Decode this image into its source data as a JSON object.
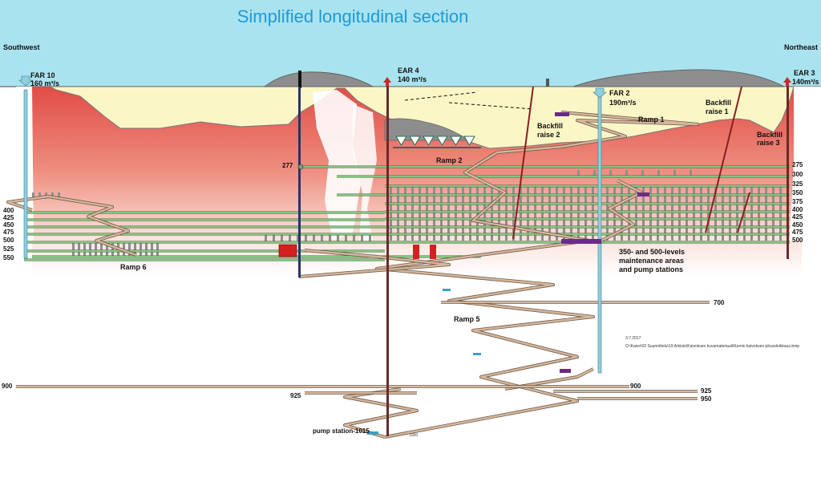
{
  "title": "Simplified longitudinal section",
  "directions": {
    "left": "Southwest",
    "right": "Northeast"
  },
  "raises": {
    "far10": {
      "name": "FAR 10",
      "flow": "160 m³/s"
    },
    "ear4": {
      "name": "EAR 4",
      "flow": "140 m³/s"
    },
    "far2": {
      "name": "FAR 2",
      "flow": "190m³/s"
    },
    "ear3": {
      "name": "EAR 3",
      "flow": "140m³/s"
    }
  },
  "labels": {
    "backfill1": [
      "Backfill",
      "raise 1"
    ],
    "backfill2": [
      "Backfill",
      "raise 2"
    ],
    "backfill3": [
      "Backfill",
      "raise 3"
    ],
    "ramp1": "Ramp 1",
    "ramp2": "Ramp 2",
    "ramp5": "Ramp 5",
    "ramp6": "Ramp 6",
    "level277": "277",
    "maintenance": [
      "350- and 500-levels",
      "maintenance areas",
      "and pump stations"
    ],
    "pump": "pump station-1015",
    "level1000": "1000",
    "level925_left": "925",
    "level900_left": "900",
    "level900_right": "900",
    "level700": "700",
    "level925_right": "925",
    "level950_right": "950",
    "date": "3.7.2017",
    "filepath": "O:\\Kaivo\\02 Suunnittelu\\19 Arkisto\\Kaivoksen kuvamateriaali\\Kemin kaivoksen pituusleikkaus.bmp"
  },
  "left_levels": [
    "400",
    "425",
    "450",
    "475",
    "500",
    "525",
    "550"
  ],
  "right_levels": [
    "275",
    "300",
    "325",
    "350",
    "375",
    "400",
    "425",
    "450",
    "475",
    "500"
  ],
  "colors": {
    "sky": "#a9e3ef",
    "ground": "#fbf6c6",
    "rock": "#e8524a",
    "drift": "#8fd08a",
    "ramp": "#d6b79c",
    "shaft": "#8ecfe0",
    "raise": "#7a1f1f"
  }
}
